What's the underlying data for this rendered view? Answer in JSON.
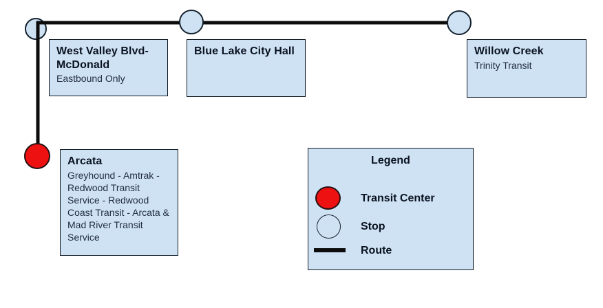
{
  "diagram": {
    "stations": [
      {
        "id": "west-valley",
        "name": "West Valley Blvd-McDonald",
        "note": "Eastbound Only",
        "node": "stop"
      },
      {
        "id": "blue-lake",
        "name": "Blue Lake City Hall",
        "note": "",
        "node": "stop"
      },
      {
        "id": "willow-creek",
        "name": "Willow Creek",
        "note": "Trinity Transit",
        "node": "stop"
      },
      {
        "id": "arcata",
        "name": "Arcata",
        "note": "Greyhound - Amtrak - Redwood Transit Service - Redwood Coast Transit - Arcata & Mad River Transit Service",
        "node": "transit-center"
      }
    ]
  },
  "legend": {
    "title": "Legend",
    "items": [
      {
        "symbol": "transit-center-icon",
        "label": "Transit Center"
      },
      {
        "symbol": "stop-icon",
        "label": "Stop"
      },
      {
        "symbol": "route-line-icon",
        "label": "Route"
      }
    ]
  },
  "colors": {
    "box_fill": "#cfe2f3",
    "box_border": "#0e1620",
    "stop_fill": "#cfe2f3",
    "stop_stroke": "#14212e",
    "transit_center_fill": "#ee1111",
    "route_line": "#0c0c0c",
    "background": "#ffffff"
  }
}
